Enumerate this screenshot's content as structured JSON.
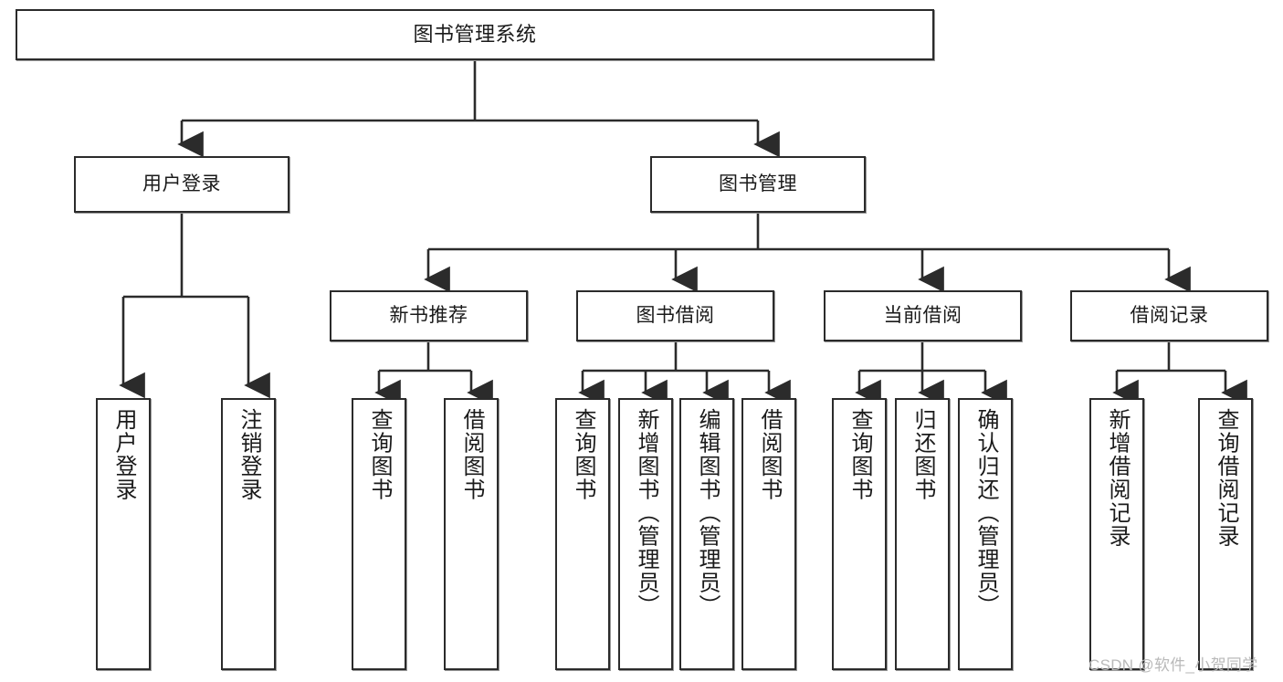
{
  "diagram": {
    "type": "tree",
    "title": "图书管理系统",
    "orientation": "top-down",
    "levels": 4,
    "style": {
      "box_border_color": "#2b2b2b",
      "box_fill_color": "#ffffff",
      "connector_color": "#2b2b2b",
      "text_color": "#1a1a1a",
      "background": "#ffffff"
    }
  },
  "nodes": {
    "root": {
      "label": "图书管理系统"
    },
    "level2": [
      {
        "id": "user-login",
        "label": "用户登录"
      },
      {
        "id": "book-manage",
        "label": "图书管理"
      }
    ],
    "level3": [
      {
        "id": "new-book-recommend",
        "label": "新书推荐"
      },
      {
        "id": "book-borrow",
        "label": "图书借阅"
      },
      {
        "id": "current-borrow",
        "label": "当前借阅"
      },
      {
        "id": "borrow-record",
        "label": "借阅记录"
      }
    ],
    "leaves": {
      "user-login": [
        {
          "id": "leaf-user-login",
          "label": "用户登录"
        },
        {
          "id": "leaf-logout",
          "label": "注销登录"
        }
      ],
      "new-book-recommend": [
        {
          "id": "leaf-query-book-1",
          "label": "查询图书"
        },
        {
          "id": "leaf-borrow-book-1",
          "label": "借阅图书"
        }
      ],
      "book-borrow": [
        {
          "id": "leaf-query-book-2",
          "label": "查询图书"
        },
        {
          "id": "leaf-add-book",
          "label": "新增图书（管理员）"
        },
        {
          "id": "leaf-edit-book",
          "label": "编辑图书（管理员）"
        },
        {
          "id": "leaf-borrow-book-2",
          "label": "借阅图书"
        }
      ],
      "current-borrow": [
        {
          "id": "leaf-query-book-3",
          "label": "查询图书"
        },
        {
          "id": "leaf-return-book",
          "label": "归还图书"
        },
        {
          "id": "leaf-confirm-return",
          "label": "确认归还（管理员）"
        }
      ],
      "borrow-record": [
        {
          "id": "leaf-add-record",
          "label": "新增借阅记录"
        },
        {
          "id": "leaf-query-record",
          "label": "查询借阅记录"
        }
      ]
    }
  },
  "watermark": {
    "text": "CSDN @软件_小贺同学"
  }
}
